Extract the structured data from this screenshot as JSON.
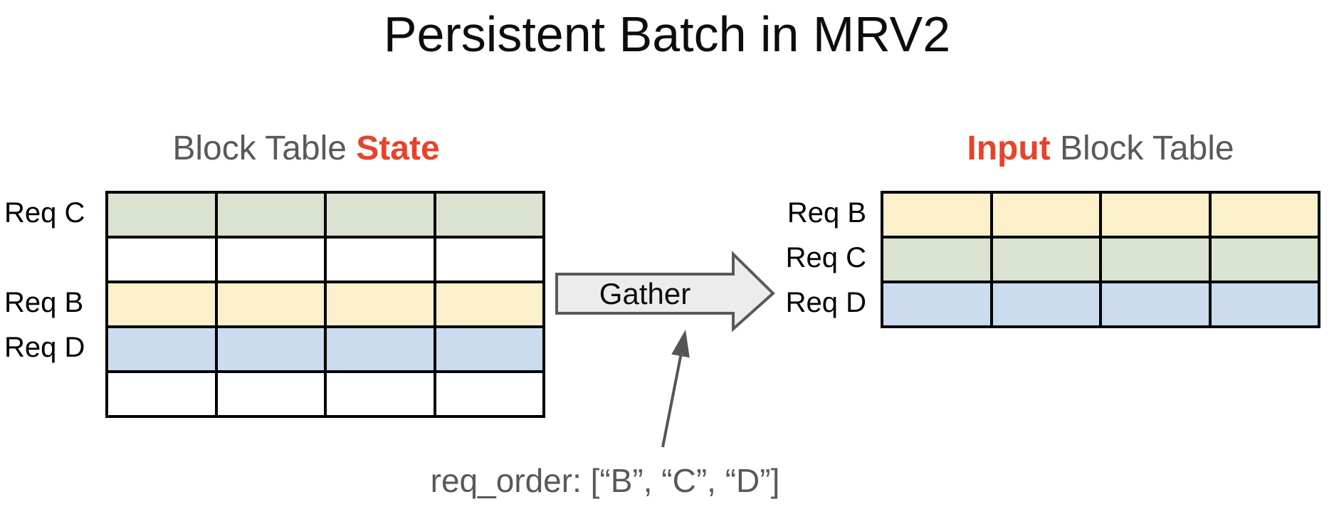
{
  "title": "Persistent Batch in MRV2",
  "colors": {
    "red": "#E8432A",
    "heading_gray": "#595959",
    "green": "#D9E3D0",
    "yellow": "#FCF0CA",
    "blue": "#CADCEE",
    "white": "#FFFFFF",
    "arrow_fill": "#ECECEC",
    "arrow_stroke": "#595959",
    "pointer_gray": "#555555",
    "table_border": "#000000"
  },
  "left_table": {
    "heading": {
      "prefix": "Block Table ",
      "highlight": "State"
    },
    "columns": 4,
    "rows": [
      {
        "label": "Req C",
        "color": "green"
      },
      {
        "label": "",
        "color": "white"
      },
      {
        "label": "Req B",
        "color": "yellow"
      },
      {
        "label": "Req D",
        "color": "blue"
      },
      {
        "label": "",
        "color": "white"
      }
    ]
  },
  "right_table": {
    "heading": {
      "highlight": "Input",
      "suffix": " Block Table"
    },
    "columns": 4,
    "rows": [
      {
        "label": "Req B",
        "color": "yellow"
      },
      {
        "label": "Req C",
        "color": "green"
      },
      {
        "label": "Req D",
        "color": "blue"
      }
    ]
  },
  "gather_arrow": {
    "label": "Gather"
  },
  "annotation": {
    "text": "req_order: [“B”, “C”, “D”]"
  }
}
